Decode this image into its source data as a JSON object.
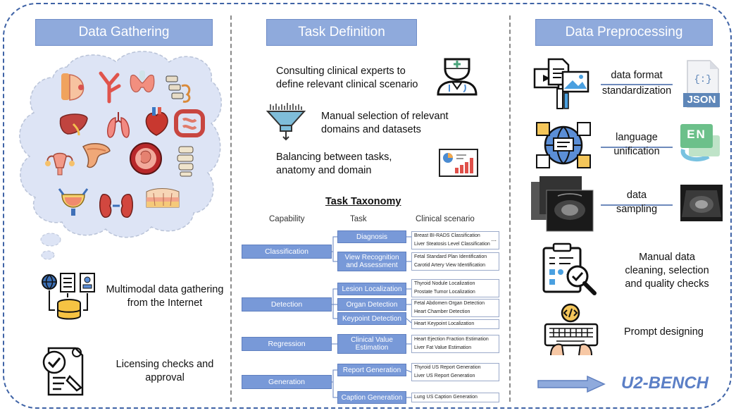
{
  "sections": {
    "gathering": {
      "title": "Data Gathering",
      "items": [
        {
          "label": "Multimodal data gathering from the Internet",
          "icon": "database-icon"
        },
        {
          "label": "Licensing checks and approval",
          "icon": "license-check-icon"
        }
      ],
      "anatomy_icons": [
        "breast-icon",
        "vessel-icon",
        "thyroid-icon",
        "spine-icon",
        "liver-icon",
        "lungs-icon",
        "heart-icon",
        "intestine-icon",
        "uterus-icon",
        "pancreas-icon",
        "fetus-icon",
        "vertebra-icon",
        "bladder-icon",
        "kidneys-icon",
        "skin-icon"
      ]
    },
    "definition": {
      "title": "Task Definition",
      "items": [
        {
          "line1": "Consulting clinical experts to",
          "line2": "define relevant clinical scenario",
          "icon": "doctor-icon"
        },
        {
          "line1": "Manual selection of relevant",
          "line2": "domains and datasets",
          "icon": "funnel-icon"
        },
        {
          "line1": "Balancing between tasks,",
          "line2": "anatomy and domain",
          "icon": "chart-icon"
        }
      ]
    },
    "preprocessing": {
      "title": "Data Preprocessing",
      "steps": [
        {
          "line1": "data format",
          "line2": "standardization",
          "left_icon": "multimedia-icon",
          "right_icon": "json-file-icon",
          "right_text": "JSON"
        },
        {
          "line1": "language",
          "line2": "unification",
          "left_icon": "globe-language-icon",
          "right_icon": "translate-icon",
          "right_text": "EN"
        },
        {
          "line1": "data",
          "line2": "sampling",
          "left_icon": "ultrasound-stack-icon",
          "right_icon": "ultrasound-image-icon",
          "right_text": ""
        }
      ],
      "manual": {
        "line1": "Manual data",
        "line2": "cleaning, selection",
        "line3": "and quality checks",
        "icon": "checklist-magnifier-icon"
      },
      "prompt": {
        "label": "Prompt designing",
        "icon": "keyboard-code-icon"
      },
      "brand": "U2-BENCH"
    }
  },
  "taxonomy": {
    "title": "Task Taxonomy",
    "columns": {
      "capability": "Capability",
      "task": "Task",
      "scenario": "Clinical scenario"
    },
    "capabilities": [
      "Classification",
      "Detection",
      "Regression",
      "Generation"
    ],
    "tasks": [
      "Diagnosis",
      "View Recognition and Assessment",
      "Lesion Localization",
      "Organ Detection",
      "Keypoint Detection",
      "Clinical Value Estimation",
      "Report Generation",
      "Caption Generation"
    ],
    "scenarios": [
      [
        "Breast BI-RADS Classification",
        "Liver Steatosis Level Classification"
      ],
      [
        "Fetal Standard Plan Identification",
        "Carotid Artery View Identification"
      ],
      [
        "Thyroid Nodule Localization",
        "Prostate Tumor Localization"
      ],
      [
        "Fetal Abdomen Organ Detection",
        "Heart Chamber Detection"
      ],
      [
        "Heart Keypoint Localization"
      ],
      [
        "Heart Ejection Fraction Estimation",
        "Liver Fat Value Estimation"
      ],
      [
        "Thyroid US Report Generation",
        "Liver US Report Generation"
      ],
      [
        "Lung US Caption Generation"
      ]
    ],
    "ellipsis": "..."
  }
}
